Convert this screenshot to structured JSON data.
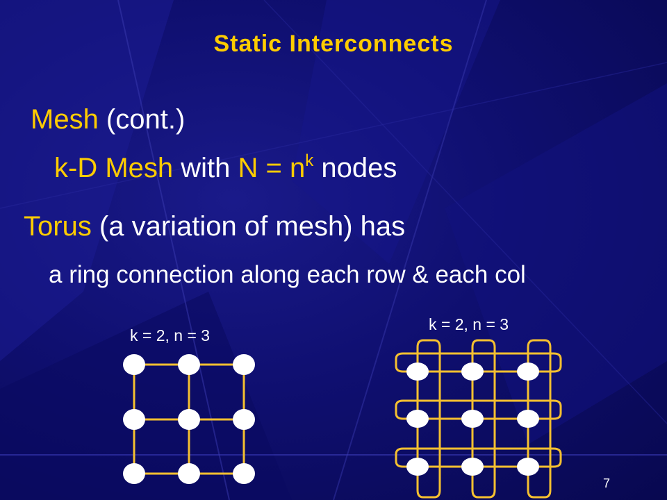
{
  "slide": {
    "title": "Static Interconnects",
    "mesh_line": {
      "highlight": "Mesh",
      "rest": " (cont.)"
    },
    "kd_line": {
      "part1": "k-D Mesh",
      "part2": " with ",
      "part3": "N = n",
      "superscript": "k",
      "part4": " nodes"
    },
    "torus_line": {
      "highlight": "Torus",
      "rest": " (a variation of mesh) has"
    },
    "ring_line": "a ring connection along each row & each col",
    "mesh_caption": "k = 2, n = 3",
    "torus_caption": "k = 2, n = 3",
    "page_number": "7"
  },
  "colors": {
    "background": "#0f0f70",
    "title": "#ffcc00",
    "highlight": "#ffcc00",
    "text": "#ffffff",
    "link": "#f5c030",
    "node": "#ffffff"
  },
  "diagrams": {
    "mesh": {
      "rows": 3,
      "cols": 3
    },
    "torus": {
      "rows": 3,
      "cols": 3
    }
  }
}
